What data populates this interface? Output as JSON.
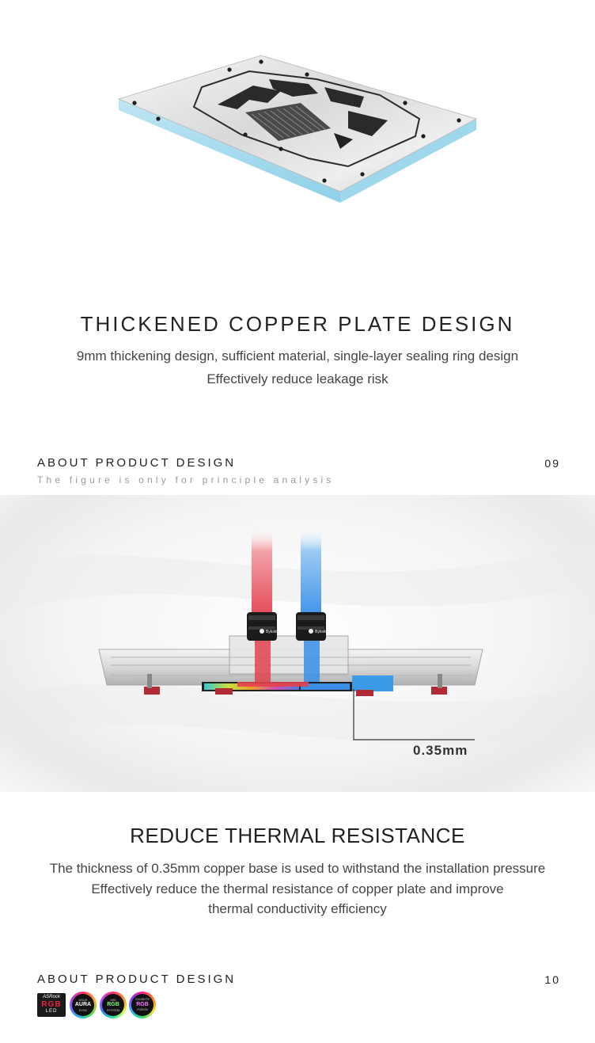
{
  "section1": {
    "title": "THICKENED COPPER PLATE DESIGN",
    "lines": [
      "9mm thickening design, sufficient material, single-layer sealing ring design",
      "Effectively reduce leakage risk"
    ]
  },
  "header1": {
    "about": "ABOUT PRODUCT DESIGN",
    "page": "09",
    "caption": "The figure is only for principle analysis"
  },
  "diagram": {
    "fitting_brand": "Bykski",
    "measurement": "0.35mm"
  },
  "section2": {
    "title": "REDUCE THERMAL RESISTANCE",
    "lines": [
      "The thickness of 0.35mm copper base is used to withstand the installation pressure",
      "Effectively reduce the thermal resistance of copper plate and improve",
      "thermal conductivity efficiency"
    ]
  },
  "header2": {
    "about": "ABOUT PRODUCT DESIGN",
    "page": "10"
  },
  "badges": {
    "asrock": {
      "top": "ASRock",
      "main": "RGB",
      "sub": "LED"
    },
    "asus": {
      "top": "ASUS",
      "main": "AURA",
      "sub": "SYNC"
    },
    "msi": {
      "top": "MSI",
      "main": "RGB",
      "sub": "SYSTEM"
    },
    "gigabyte": {
      "top": "GIGABYTE",
      "main": "RGB",
      "sub": "FUSION"
    }
  },
  "colors": {
    "plate_edge": "#a9dcef",
    "hot_tube": "#e2424e",
    "cold_tube": "#3a8ee6",
    "text_dark": "#222222"
  }
}
